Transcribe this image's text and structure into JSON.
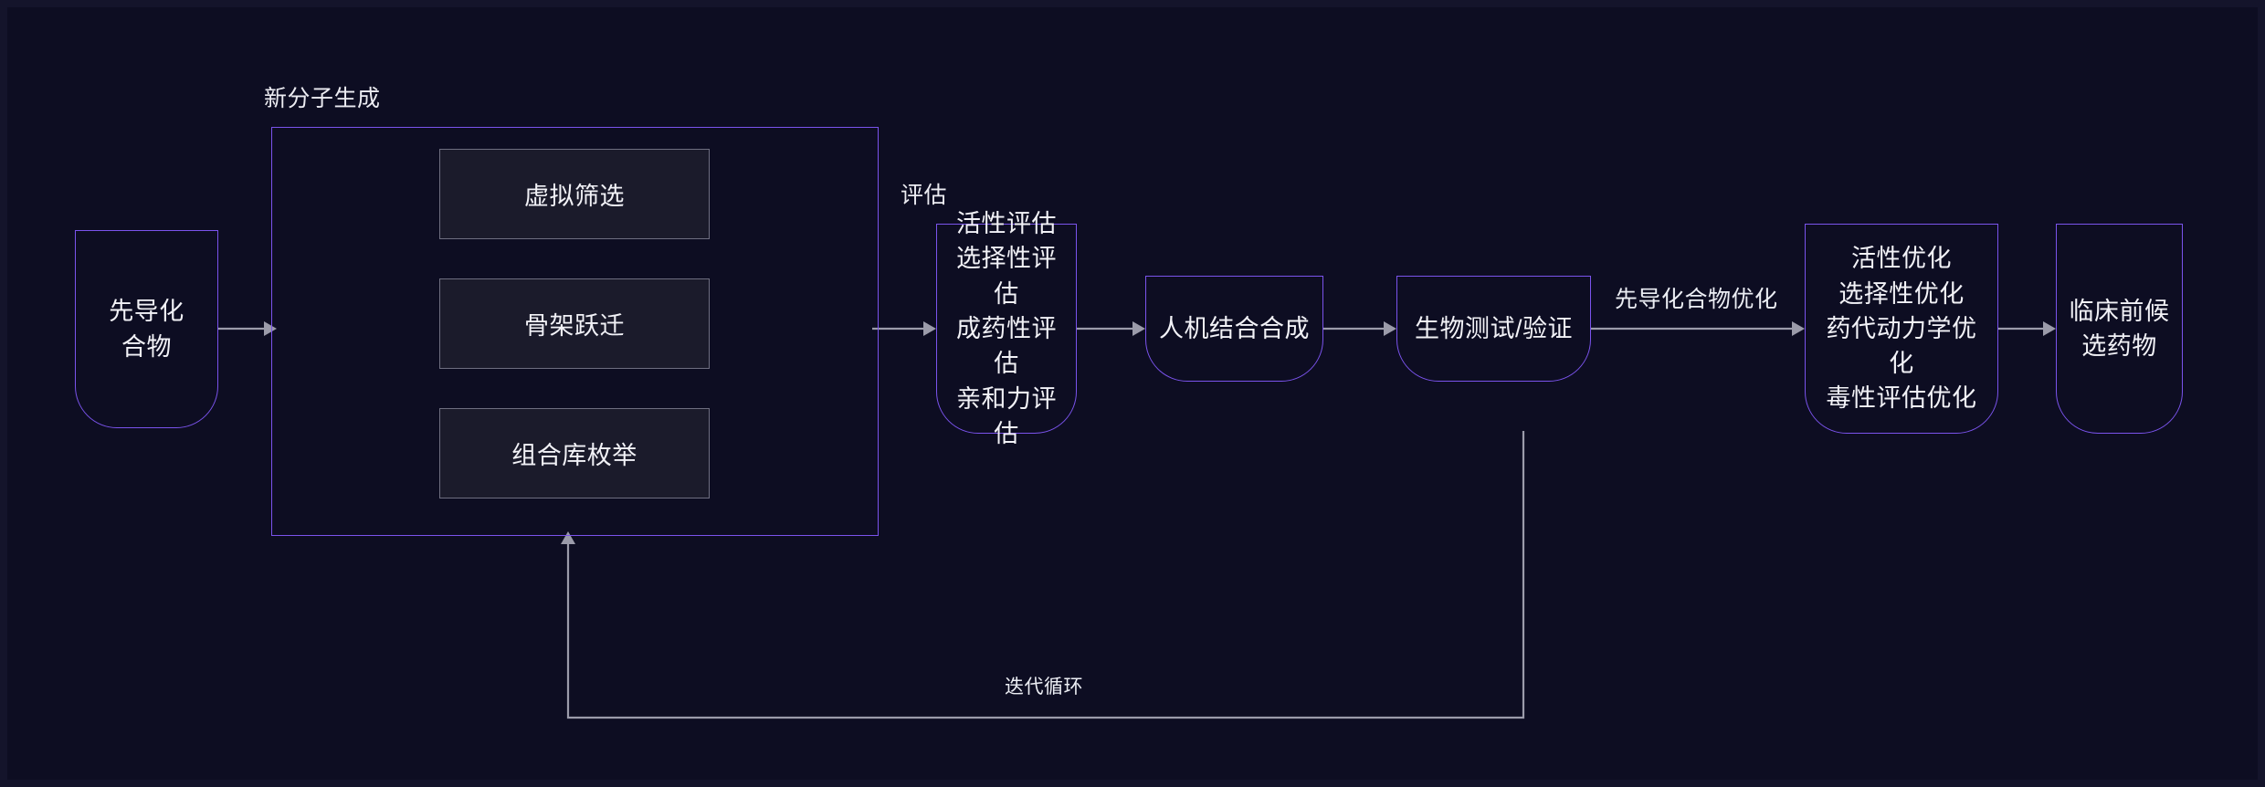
{
  "canvas": {
    "background": "#0d0d22",
    "frame": "#14142b",
    "accent": "#7a53ec",
    "edge_color": "#9b9baa",
    "subbox_fill": "#1b1b2b",
    "subbox_border": "#6e6e80",
    "text_color": "#f2f2f7"
  },
  "diagram": {
    "title": "先导化合物优化流程图",
    "type": "flowchart",
    "direction": "left-to-right"
  },
  "groups": [
    {
      "id": "new-molecule-generation",
      "label": "新分子生成",
      "children": [
        "virtual-screening",
        "scaffold-hopping",
        "combinatorial-library"
      ]
    }
  ],
  "group_labels": {
    "new_molecule_generation": "新分子生成",
    "evaluation": "评估"
  },
  "subboxes": [
    {
      "id": "virtual-screening",
      "label": "虚拟筛选"
    },
    {
      "id": "scaffold-hopping",
      "label": "骨架跃迁"
    },
    {
      "id": "combinatorial-library",
      "label": "组合库枚举"
    }
  ],
  "nodes": [
    {
      "id": "lead-compound",
      "label": "先导化\n合物"
    },
    {
      "id": "evaluation",
      "label": "活性评估\n选择性评估\n成药性评估\n亲和力评估"
    },
    {
      "id": "human-machine-synth",
      "label": "人机结合合成"
    },
    {
      "id": "bio-test-validation",
      "label": "生物测试/验证"
    },
    {
      "id": "optimization",
      "label": "活性优化\n选择性优化\n药代动力学优化\n毒性评估优化"
    },
    {
      "id": "preclinical-candidate",
      "label": "临床前候\n选药物"
    }
  ],
  "edges": [
    {
      "id": "e1",
      "from": "lead-compound",
      "to": "new-molecule-generation",
      "label": ""
    },
    {
      "id": "e2",
      "from": "new-molecule-generation",
      "to": "evaluation",
      "label": ""
    },
    {
      "id": "e3",
      "from": "evaluation",
      "to": "human-machine-synth",
      "label": ""
    },
    {
      "id": "e4",
      "from": "human-machine-synth",
      "to": "bio-test-validation",
      "label": ""
    },
    {
      "id": "e5",
      "from": "bio-test-validation",
      "to": "optimization",
      "label": "先导化合物优化"
    },
    {
      "id": "e6",
      "from": "optimization",
      "to": "preclinical-candidate",
      "label": ""
    },
    {
      "id": "e7",
      "from": "bio-test-validation",
      "to": "new-molecule-generation",
      "label": "迭代循环"
    }
  ],
  "edge_labels": {
    "lead_optimization": "先导化合物优化",
    "iteration_loop": "迭代循环"
  }
}
